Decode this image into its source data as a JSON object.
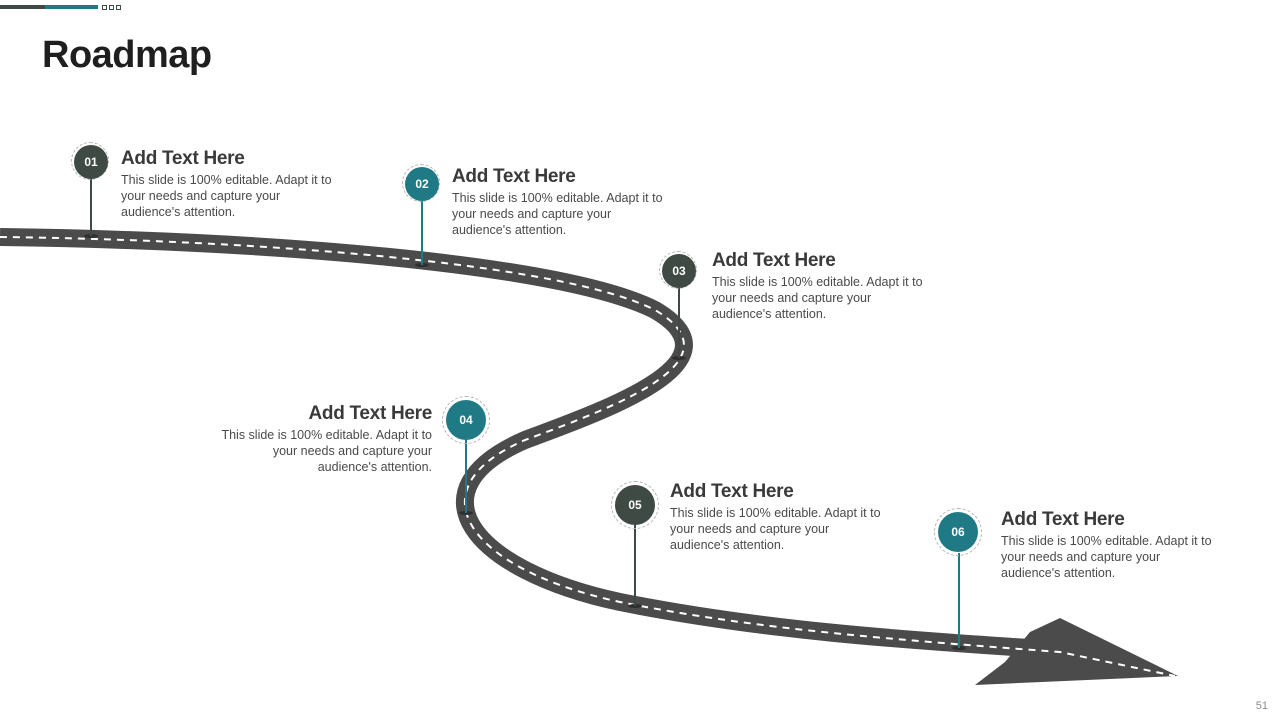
{
  "slide": {
    "title": "Roadmap",
    "page_number": "51"
  },
  "colors": {
    "dark": "#3e4a43",
    "teal": "#1f7a86",
    "road": "#4b4b4b"
  },
  "milestones": [
    {
      "number": "01",
      "heading": "Add Text Here",
      "text": "This slide is 100% editable. Adapt it to your needs and capture your audience's attention."
    },
    {
      "number": "02",
      "heading": "Add Text Here",
      "text": "This slide is 100% editable. Adapt it to your needs and capture your audience's attention."
    },
    {
      "number": "03",
      "heading": "Add Text Here",
      "text": "This slide is 100% editable. Adapt it to your needs and capture your audience's attention."
    },
    {
      "number": "04",
      "heading": "Add Text Here",
      "text": "This slide is 100% editable. Adapt it to your needs and capture your audience's attention."
    },
    {
      "number": "05",
      "heading": "Add Text Here",
      "text": "This slide is 100% editable. Adapt it to your needs and capture your audience's attention."
    },
    {
      "number": "06",
      "heading": "Add Text Here",
      "text": "This slide is 100% editable. Adapt it to your needs and capture your audience's attention."
    }
  ]
}
